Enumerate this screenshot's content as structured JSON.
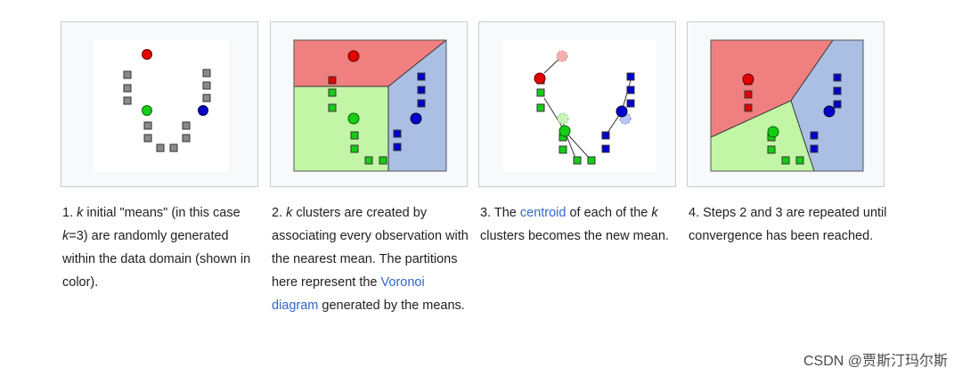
{
  "steps": [
    {
      "caption_parts": [
        "1. ",
        "k",
        " initial \"means\" (in this case ",
        "k",
        "=3) are randomly generated within the data domain (shown in color)."
      ]
    },
    {
      "caption_parts": [
        "2. ",
        "k",
        " clusters are created by associating every observation with the nearest mean. The partitions here represent the ",
        "Voronoi diagram",
        " generated by the means."
      ]
    },
    {
      "caption_parts": [
        "3. The ",
        "centroid",
        " of each of the ",
        "k",
        " clusters becomes the new mean."
      ]
    },
    {
      "caption_parts": [
        "4. Steps 2 and 3 are repeated until convergence has been reached."
      ]
    }
  ],
  "colors": {
    "red": "#e20000",
    "green": "#17cc17",
    "blue": "#0000cc",
    "gray": "#8a8a8a",
    "region_red": "#f08080",
    "region_green": "#c3f5a6",
    "region_blue": "#aabfe3",
    "link": "#3366cc"
  },
  "watermark": "CSDN @贾斯汀玛尔斯"
}
